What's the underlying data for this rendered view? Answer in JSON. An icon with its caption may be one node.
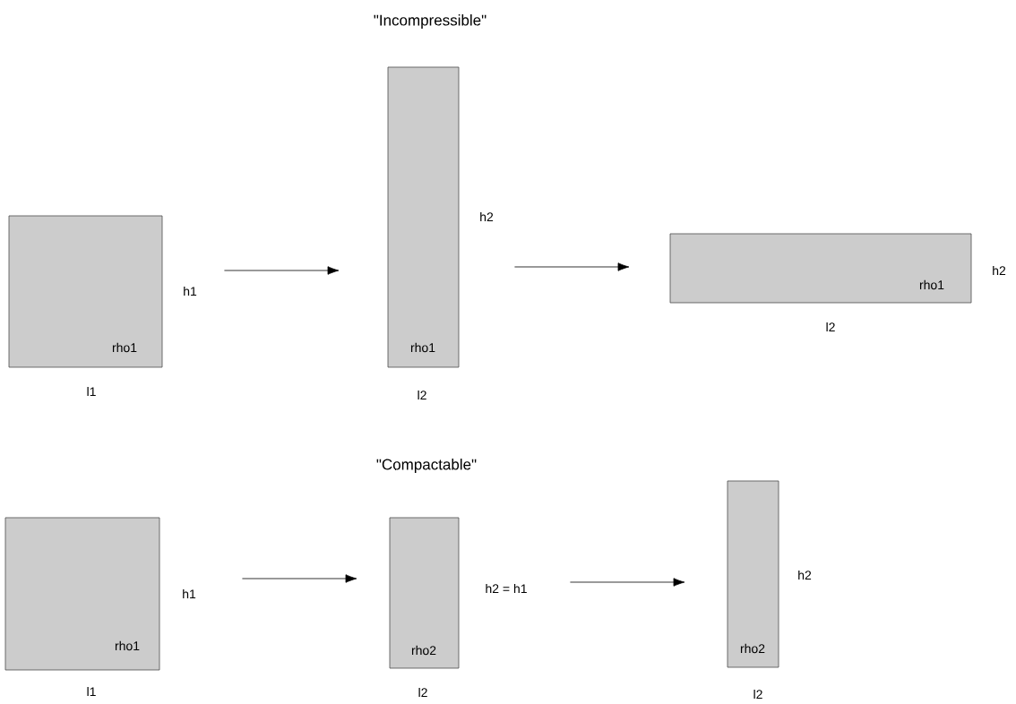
{
  "diagram": {
    "nodes": [
      {
        "text": [
          "rho1"
        ],
        "beside": [
          "h1",
          "l1"
        ]
      },
      {
        "text": [
          "rho1"
        ],
        "beside": [
          "h2",
          "l2"
        ]
      },
      {
        "text": [
          "rho1"
        ],
        "beside": [
          "h2",
          "l2"
        ]
      },
      {
        "text": [
          "rho1"
        ],
        "beside": [
          "h1",
          "l1"
        ]
      },
      {
        "text": [
          "rho2"
        ],
        "beside": [
          "h2 = h1",
          "l2"
        ]
      },
      {
        "text": [
          "rho2"
        ],
        "beside": [
          "h2",
          "l2"
        ]
      }
    ],
    "edges": [
      {
        "from": 0,
        "to": 1,
        "arrow": "to"
      },
      {
        "from": 1,
        "to": 2,
        "arrow": "to"
      },
      {
        "from": 3,
        "to": 4,
        "arrow": "to"
      },
      {
        "from": 4,
        "to": 5,
        "arrow": "to"
      }
    ],
    "labels": [
      "\"Incompressible\"",
      "\"Compactable\""
    ]
  }
}
